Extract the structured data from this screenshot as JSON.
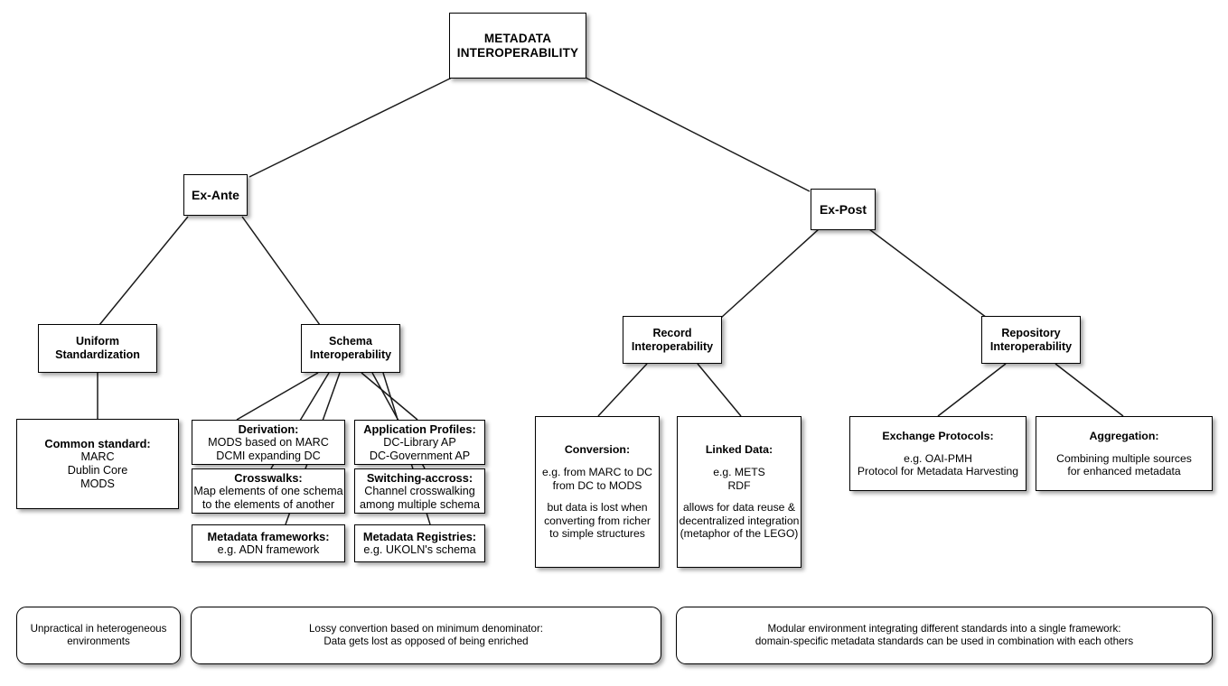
{
  "diagram": {
    "title": "Metadata Interoperability",
    "root": {
      "lines": [
        "METADATA",
        "INTEROPERABILITY"
      ]
    },
    "branches": {
      "ex_ante": {
        "label": "Ex-Ante"
      },
      "ex_post": {
        "label": "Ex-Post"
      }
    },
    "categories": {
      "uniform_standardization": {
        "lines": [
          "Uniform",
          "Standardization"
        ]
      },
      "schema_interoperability": {
        "lines": [
          "Schema",
          "Interoperability"
        ]
      },
      "record_interoperability": {
        "lines": [
          "Record",
          "Interoperability"
        ]
      },
      "repository_interoperability": {
        "lines": [
          "Repository",
          "Interoperability"
        ]
      }
    },
    "leaves": {
      "common_standard": {
        "title": "Common standard:",
        "body": [
          "MARC",
          "Dublin Core",
          "MODS"
        ]
      },
      "derivation": {
        "title": "Derivation:",
        "body": [
          "MODS based on MARC",
          "DCMI expanding DC"
        ]
      },
      "crosswalks": {
        "title": "Crosswalks:",
        "body": [
          "Map elements of one schema",
          "to the elements of another"
        ]
      },
      "metadata_frameworks": {
        "title": "Metadata frameworks:",
        "body": [
          "e.g. ADN framework"
        ]
      },
      "application_profiles": {
        "title": "Application Profiles:",
        "body": [
          "DC-Library AP",
          "DC-Government AP"
        ]
      },
      "switching_accross": {
        "title": "Switching-accross:",
        "body": [
          "Channel crosswalking",
          "among multiple schema"
        ]
      },
      "metadata_registries": {
        "title": "Metadata Registries:",
        "body": [
          "e.g. UKOLN's schema"
        ]
      },
      "conversion": {
        "title": "Conversion:",
        "body1": [
          "e.g. from MARC to DC",
          "from DC to MODS"
        ],
        "body2": [
          "but data is lost when",
          "converting from richer",
          "to simple structures"
        ]
      },
      "linked_data": {
        "title": "Linked Data:",
        "body1": [
          "e.g. METS",
          "RDF"
        ],
        "body2": [
          "allows for data reuse &",
          "decentralized integration",
          "(metaphor of the LEGO)"
        ]
      },
      "exchange_protocols": {
        "title": "Exchange Protocols:",
        "body1": [
          "e.g. OAI-PMH",
          "Protocol for Metadata Harvesting"
        ]
      },
      "aggregation": {
        "title": "Aggregation:",
        "body1": [
          "Combining multiple sources",
          "for enhanced metadata"
        ]
      }
    },
    "summaries": {
      "unpractical": {
        "lines": [
          "Unpractical in heterogeneous",
          "environments"
        ]
      },
      "lossy": {
        "lines": [
          "Lossy convertion based on minimum denominator:",
          "Data gets lost as opposed of being enriched"
        ]
      },
      "modular": {
        "lines": [
          "Modular environment integrating different standards into a single framework:",
          "domain-specific metadata standards can be used in combination with each others"
        ]
      }
    },
    "colors": {
      "background": "#ffffff",
      "node_fill": "#ffffff",
      "border": "#000000",
      "text": "#000000",
      "edge": "#1a1a1a"
    }
  }
}
